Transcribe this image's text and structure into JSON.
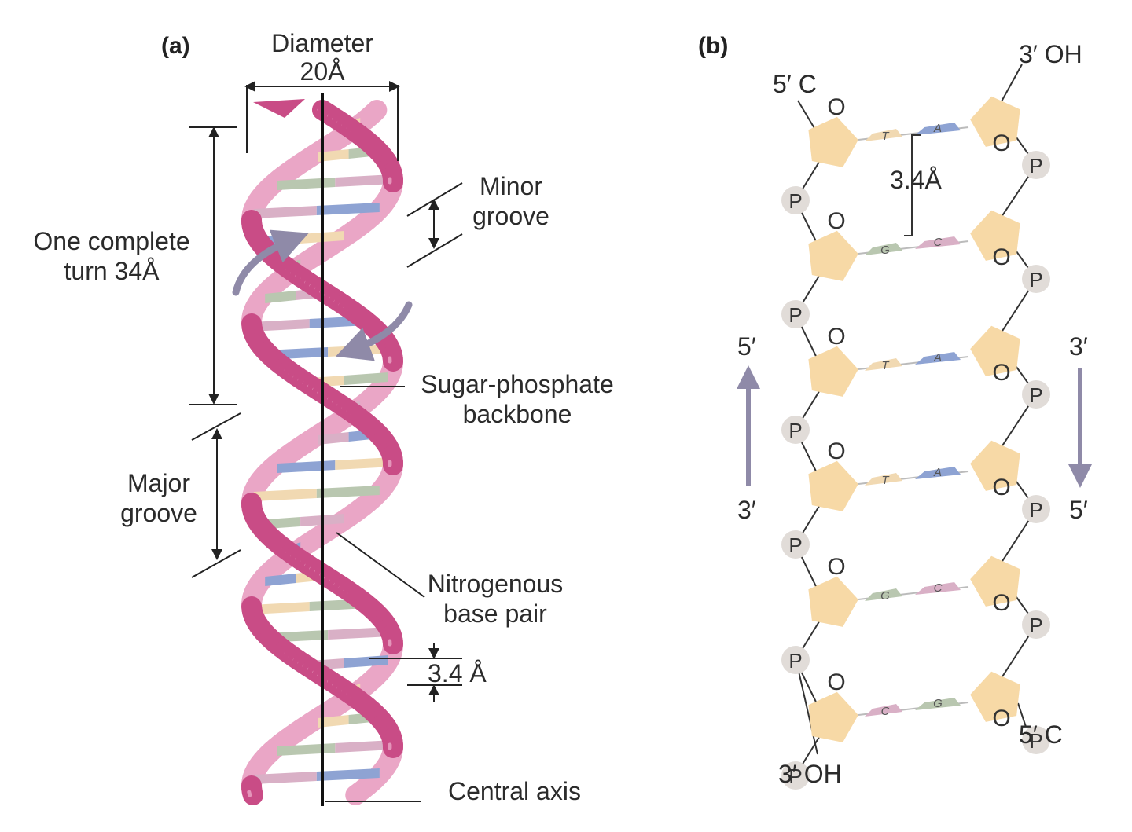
{
  "panel_a": {
    "panel_label": "(a)",
    "diameter_label": "Diameter",
    "diameter_value": "20Å",
    "turn_label_line1": "One complete",
    "turn_label_line2": "turn 34Å",
    "minor_groove_line1": "Minor",
    "minor_groove_line2": "groove",
    "major_groove_line1": "Major",
    "major_groove_line2": "groove",
    "backbone_line1": "Sugar-phosphate",
    "backbone_line2": "backbone",
    "base_pair_line1": "Nitrogenous",
    "base_pair_line2": "base pair",
    "rise_label": "3.4 Å",
    "axis_label": "Central axis"
  },
  "panel_b": {
    "panel_label": "(b)",
    "rise_label": "3.4Å",
    "top_left_end": "5′ C",
    "top_right_end": "3′ OH",
    "bottom_left_end": "3′ OH",
    "bottom_right_end": "5′ C",
    "left_strand_top": "5′",
    "left_strand_bottom": "3′",
    "right_strand_top": "3′",
    "right_strand_bottom": "5′",
    "oxygen": "O",
    "phosphate": "P",
    "pairs": [
      {
        "left": "T",
        "right": "A"
      },
      {
        "left": "G",
        "right": "C"
      },
      {
        "left": "T",
        "right": "A"
      },
      {
        "left": "T",
        "right": "A"
      },
      {
        "left": "G",
        "right": "C"
      },
      {
        "left": "C",
        "right": "G"
      }
    ]
  },
  "colors": {
    "ribbon_dark": "#c94c86",
    "ribbon_light": "#eaa6c6",
    "base_blue": "#8ea3d3",
    "base_peach": "#f1d9b2",
    "base_green": "#b9c7b0",
    "base_pink": "#d9b0c6",
    "sugar": "#f7d9a6",
    "phosphate_circle": "#e1dcd8",
    "arrow": "#8f8aa8"
  }
}
